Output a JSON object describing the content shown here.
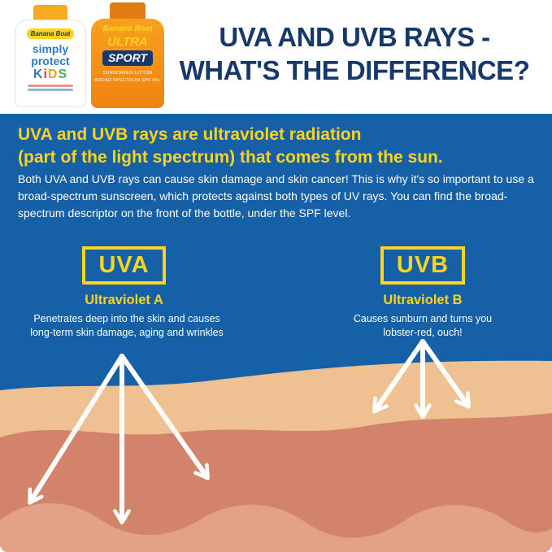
{
  "header": {
    "title_line1": "UVA AND UVB RAYS -",
    "title_line2": "WHAT'S THE DIFFERENCE?",
    "products": {
      "left": {
        "brand": "Banana Boat",
        "name_line1": "simply",
        "name_line2": "protect",
        "kids_letters": [
          "K",
          "i",
          "D",
          "S"
        ]
      },
      "right": {
        "brand": "Banana Boat",
        "name_line1": "ULTRA",
        "name_line2": "SPORT",
        "detail_line1": "SUNSCREEN LOTION",
        "detail_line2": "BROAD SPECTRUM SPF 50+"
      }
    }
  },
  "intro": {
    "lead_line1": "UVA and UVB rays are ultraviolet radiation",
    "lead_line2": "(part of the light spectrum) that comes from the sun.",
    "body": "Both UVA and UVB rays can cause skin damage and skin cancer! This is why it's so important to use a broad-spectrum sunscreen, which protects against both types of UV rays. You can find the broad-spectrum descriptor on the front of the bottle, under the SPF level."
  },
  "uva": {
    "abbr": "UVA",
    "name": "Ultraviolet A",
    "description": "Penetrates deep into the skin and causes long-term skin damage, aging and wrinkles"
  },
  "uvb": {
    "abbr": "UVB",
    "name": "Ultraviolet B",
    "description": "Causes sunburn and turns you lobster-red, ouch!"
  },
  "colors": {
    "background_blue": "#1560A6",
    "accent_yellow": "#FFD41E",
    "title_navy": "#17386B",
    "skin_top": "#EFC191",
    "skin_middle": "#D3836B",
    "skin_bottom": "#E3A287",
    "ray_white": "#FFFFFF"
  }
}
